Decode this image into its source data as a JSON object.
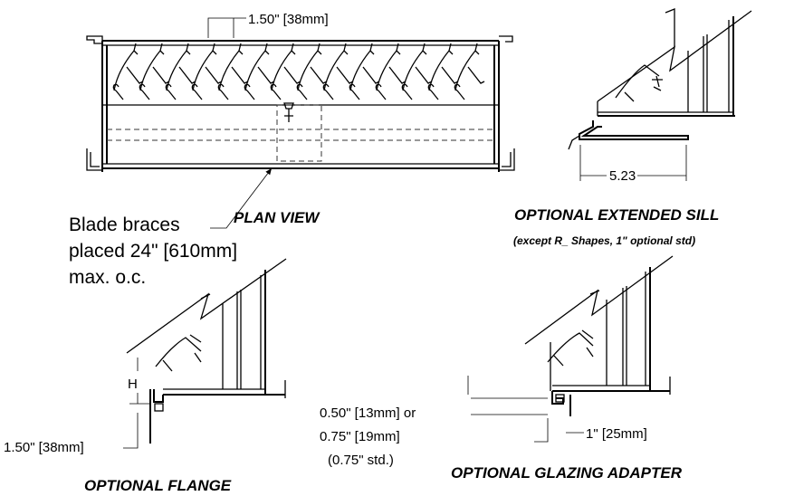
{
  "plan_view": {
    "title": "PLAN VIEW",
    "blade_spacing": "1.50\" [38mm]",
    "note_line1": "Blade braces",
    "note_line2": "placed 24\" [610mm]",
    "note_line3": "max. o.c."
  },
  "extended_sill": {
    "title": "OPTIONAL EXTENDED SILL",
    "subtitle": "(except R_ Shapes, 1\" optional std)",
    "dimension": "5.23"
  },
  "flange": {
    "title": "OPTIONAL FLANGE",
    "height_label": "H",
    "dimension": "1.50\" [38mm]"
  },
  "glazing_adapter": {
    "title": "OPTIONAL GLAZING ADAPTER",
    "dim_line1": "0.50\" [13mm] or",
    "dim_line2": "0.75\" [19mm]",
    "dim_line3": "(0.75\" std.)",
    "width_dimension": "1\" [25mm]"
  }
}
